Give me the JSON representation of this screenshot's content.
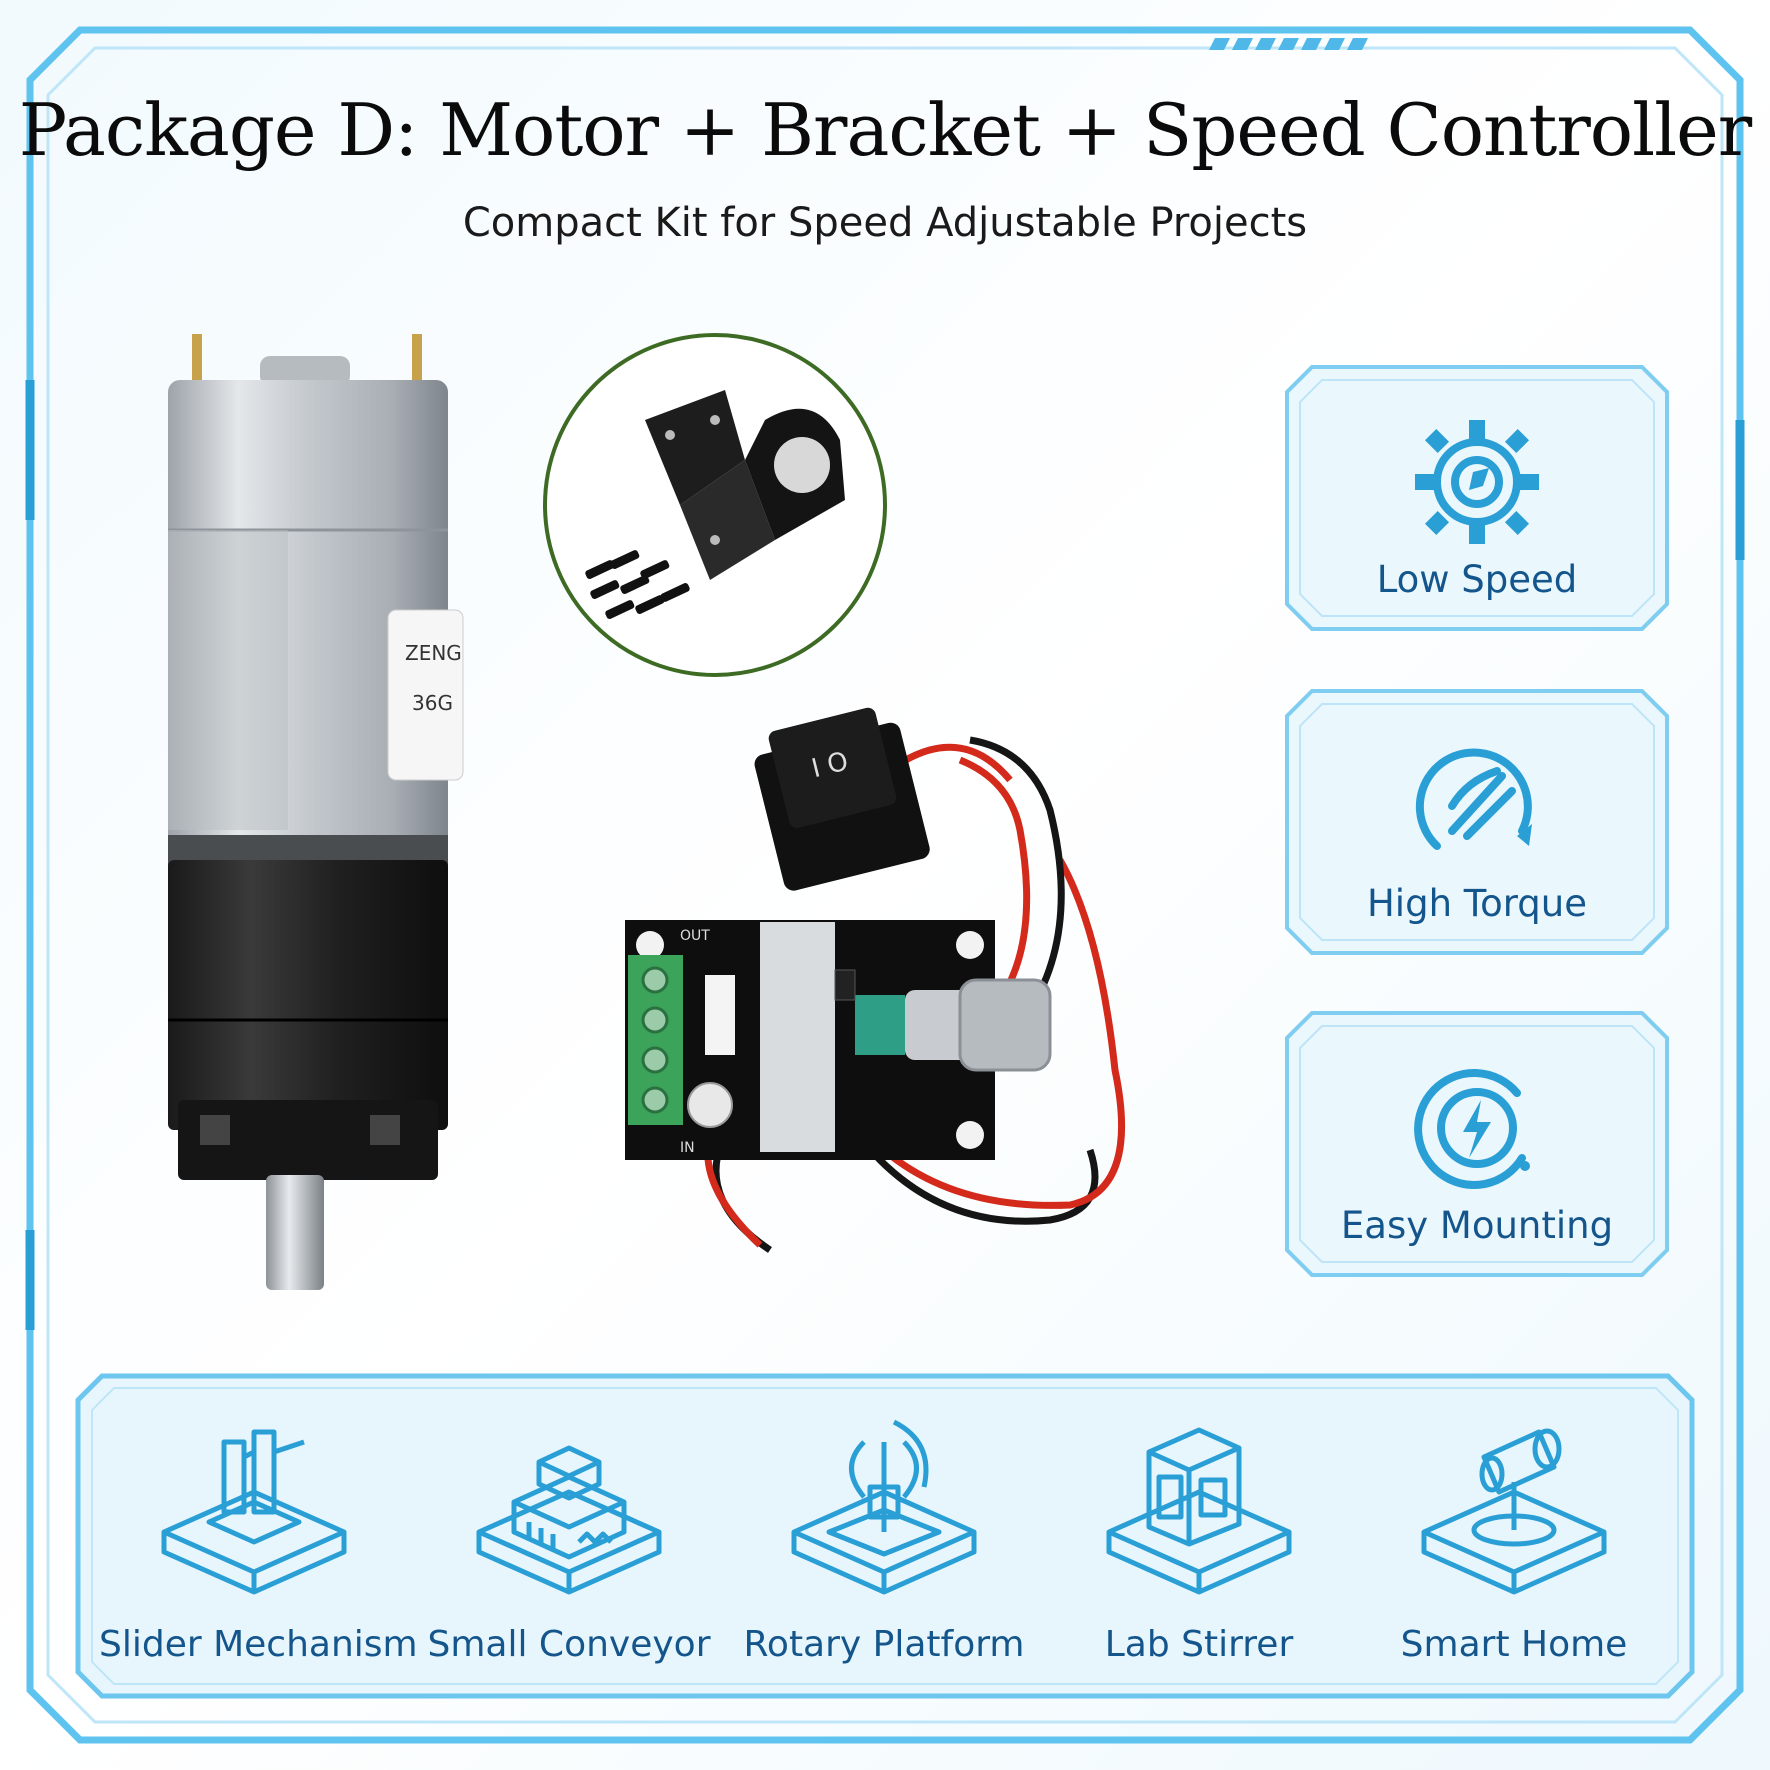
{
  "header": {
    "title": "Package D: Motor + Bracket + Speed Controller",
    "subtitle": "Compact Kit for Speed Adjustable Projects"
  },
  "motor": {
    "label_line1": "ZENG",
    "label_line2": "36G"
  },
  "controller": {
    "board_text_out": "OUT",
    "board_text_in": "IN"
  },
  "features": [
    {
      "label": "Low Speed",
      "icon": "gear-icon"
    },
    {
      "label": "High Torque",
      "icon": "torque-wrench-icon"
    },
    {
      "label": "Easy Mounting",
      "icon": "lightning-icon"
    }
  ],
  "applications": [
    {
      "label": "Slider Mechanism",
      "icon": "slider-mechanism-icon"
    },
    {
      "label": "Small Conveyor",
      "icon": "conveyor-icon"
    },
    {
      "label": "Rotary Platform",
      "icon": "rotary-platform-icon"
    },
    {
      "label": "Lab Stirrer",
      "icon": "lab-stirrer-icon"
    },
    {
      "label": "Smart Home",
      "icon": "smart-home-icon"
    }
  ],
  "colors": {
    "accent": "#4fb8e8",
    "text_blue": "#14568c",
    "panel_fill": "#eaf7fd"
  }
}
